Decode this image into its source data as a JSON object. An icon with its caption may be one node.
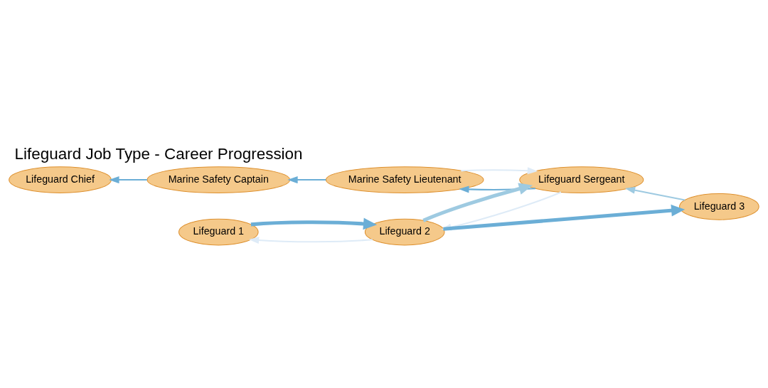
{
  "diagram": {
    "title": "Lifeguard Job Type - Career Progression",
    "nodes": [
      {
        "text": [
          "Lifeguard 3"
        ]
      },
      {
        "text": [
          "Lifeguard Sergeant"
        ]
      },
      {
        "text": [
          "Marine Safety Lieutenant"
        ]
      },
      {
        "text": [
          "Marine Safety Captain"
        ]
      },
      {
        "text": [
          "Lifeguard Chief"
        ]
      },
      {
        "text": [
          "Lifeguard 2"
        ]
      },
      {
        "text": [
          "Lifeguard 1"
        ]
      }
    ],
    "edges": [
      {
        "from": 6,
        "to": 5,
        "arrow": "to",
        "style": "thick"
      },
      {
        "from": 5,
        "to": 6,
        "arrow": "to",
        "color": "#deebf7"
      },
      {
        "from": 5,
        "to": 0,
        "arrow": "to",
        "style": "thick"
      },
      {
        "from": 0,
        "to": 1,
        "arrow": "to",
        "color": "#9ecae1"
      },
      {
        "from": 5,
        "to": 1,
        "arrow": "to",
        "style": "thick",
        "color": "#9ecae1"
      },
      {
        "from": 1,
        "to": 5,
        "arrow": "to",
        "color": "#deebf7"
      },
      {
        "from": 1,
        "to": 2,
        "arrow": "to"
      },
      {
        "from": 2,
        "to": 1,
        "arrow": "to",
        "color": "#deebf7"
      },
      {
        "from": 2,
        "to": 3,
        "arrow": "to"
      },
      {
        "from": 3,
        "to": 4,
        "arrow": "to"
      }
    ]
  }
}
